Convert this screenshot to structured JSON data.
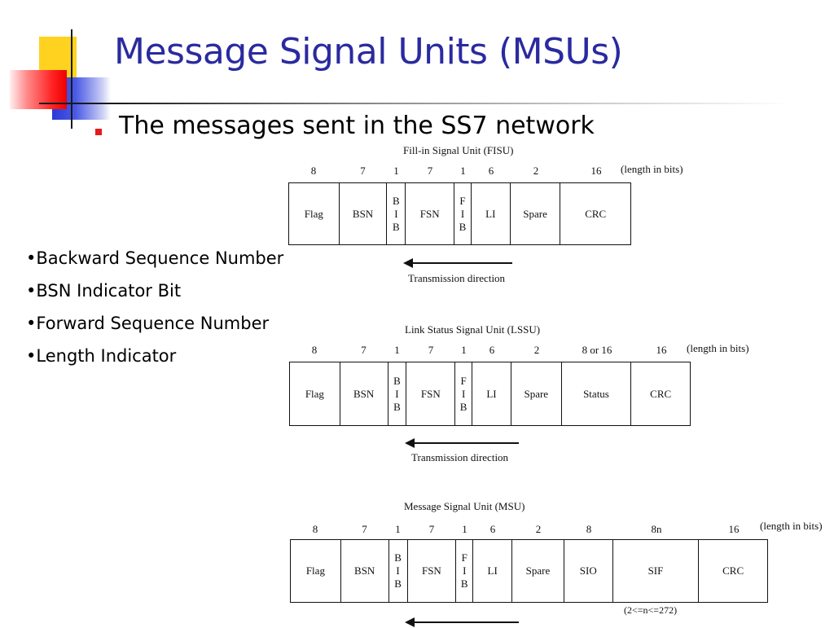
{
  "slide": {
    "title": "Message Signal Units (MSUs)",
    "subtitle": "The messages sent in the SS7 network",
    "definitions": [
      "•Backward Sequence Number",
      "•BSN Indicator Bit",
      "•Forward Sequence Number",
      "•Length Indicator"
    ]
  },
  "frames": [
    {
      "caption": "Fill-in Signal Unit (FISU)",
      "length_unit": "(length in bits)",
      "fields": [
        {
          "label": "Flag",
          "bits": "8"
        },
        {
          "label": "BSN",
          "bits": "7"
        },
        {
          "label": [
            "B",
            "I",
            "B"
          ],
          "bits": "1"
        },
        {
          "label": "FSN",
          "bits": "7"
        },
        {
          "label": [
            "F",
            "I",
            "B"
          ],
          "bits": "1"
        },
        {
          "label": "LI",
          "bits": "6"
        },
        {
          "label": "Spare",
          "bits": "2"
        },
        {
          "label": "CRC",
          "bits": "16"
        }
      ],
      "direction_label": "Transmission direction"
    },
    {
      "caption": "Link Status Signal Unit (LSSU)",
      "length_unit": "(length in bits)",
      "fields": [
        {
          "label": "Flag",
          "bits": "8"
        },
        {
          "label": "BSN",
          "bits": "7"
        },
        {
          "label": [
            "B",
            "I",
            "B"
          ],
          "bits": "1"
        },
        {
          "label": "FSN",
          "bits": "7"
        },
        {
          "label": [
            "F",
            "I",
            "B"
          ],
          "bits": "1"
        },
        {
          "label": "LI",
          "bits": "6"
        },
        {
          "label": "Spare",
          "bits": "2"
        },
        {
          "label": "Status",
          "bits": "8 or 16"
        },
        {
          "label": "CRC",
          "bits": "16"
        }
      ],
      "direction_label": "Transmission direction"
    },
    {
      "caption": "Message Signal Unit (MSU)",
      "length_unit": "(length in bits)",
      "fields": [
        {
          "label": "Flag",
          "bits": "8"
        },
        {
          "label": "BSN",
          "bits": "7"
        },
        {
          "label": [
            "B",
            "I",
            "B"
          ],
          "bits": "1"
        },
        {
          "label": "FSN",
          "bits": "7"
        },
        {
          "label": [
            "F",
            "I",
            "B"
          ],
          "bits": "1"
        },
        {
          "label": "LI",
          "bits": "6"
        },
        {
          "label": "Spare",
          "bits": "2"
        },
        {
          "label": "SIO",
          "bits": "8"
        },
        {
          "label": "SIF",
          "bits": "8n"
        },
        {
          "label": "CRC",
          "bits": "16"
        }
      ],
      "range_note": "(2<=n<=272)",
      "direction_label": ""
    }
  ]
}
